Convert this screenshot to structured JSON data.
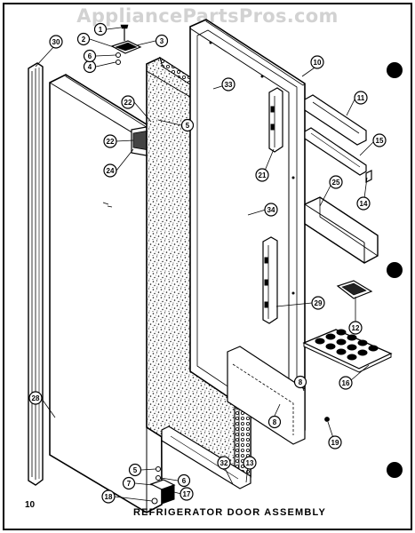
{
  "watermark": "AppliancePartsPros.com",
  "caption": "REFRIGERATOR DOOR ASSEMBLY",
  "page_number": "10",
  "callouts": [
    {
      "id": "c1",
      "label": "1"
    },
    {
      "id": "c2",
      "label": "2"
    },
    {
      "id": "c3",
      "label": "3"
    },
    {
      "id": "c4",
      "label": "4"
    },
    {
      "id": "c5a",
      "label": "5"
    },
    {
      "id": "c5b",
      "label": "5"
    },
    {
      "id": "c5c",
      "label": "5"
    },
    {
      "id": "c6a",
      "label": "6"
    },
    {
      "id": "c6b",
      "label": "6"
    },
    {
      "id": "c7",
      "label": "7"
    },
    {
      "id": "c8a",
      "label": "8"
    },
    {
      "id": "c8b",
      "label": "8"
    },
    {
      "id": "c10",
      "label": "10"
    },
    {
      "id": "c11",
      "label": "11"
    },
    {
      "id": "c12",
      "label": "12"
    },
    {
      "id": "c13",
      "label": "13"
    },
    {
      "id": "c14",
      "label": "14"
    },
    {
      "id": "c15",
      "label": "15"
    },
    {
      "id": "c16",
      "label": "16"
    },
    {
      "id": "c17",
      "label": "17"
    },
    {
      "id": "c18",
      "label": "18"
    },
    {
      "id": "c19",
      "label": "19"
    },
    {
      "id": "c21",
      "label": "21"
    },
    {
      "id": "c22a",
      "label": "22"
    },
    {
      "id": "c22b",
      "label": "22"
    },
    {
      "id": "c24",
      "label": "24"
    },
    {
      "id": "c25",
      "label": "25"
    },
    {
      "id": "c28",
      "label": "28"
    },
    {
      "id": "c29",
      "label": "29"
    },
    {
      "id": "c30",
      "label": "30"
    },
    {
      "id": "c32",
      "label": "32"
    },
    {
      "id": "c33",
      "label": "33"
    },
    {
      "id": "c34",
      "label": "34"
    }
  ]
}
